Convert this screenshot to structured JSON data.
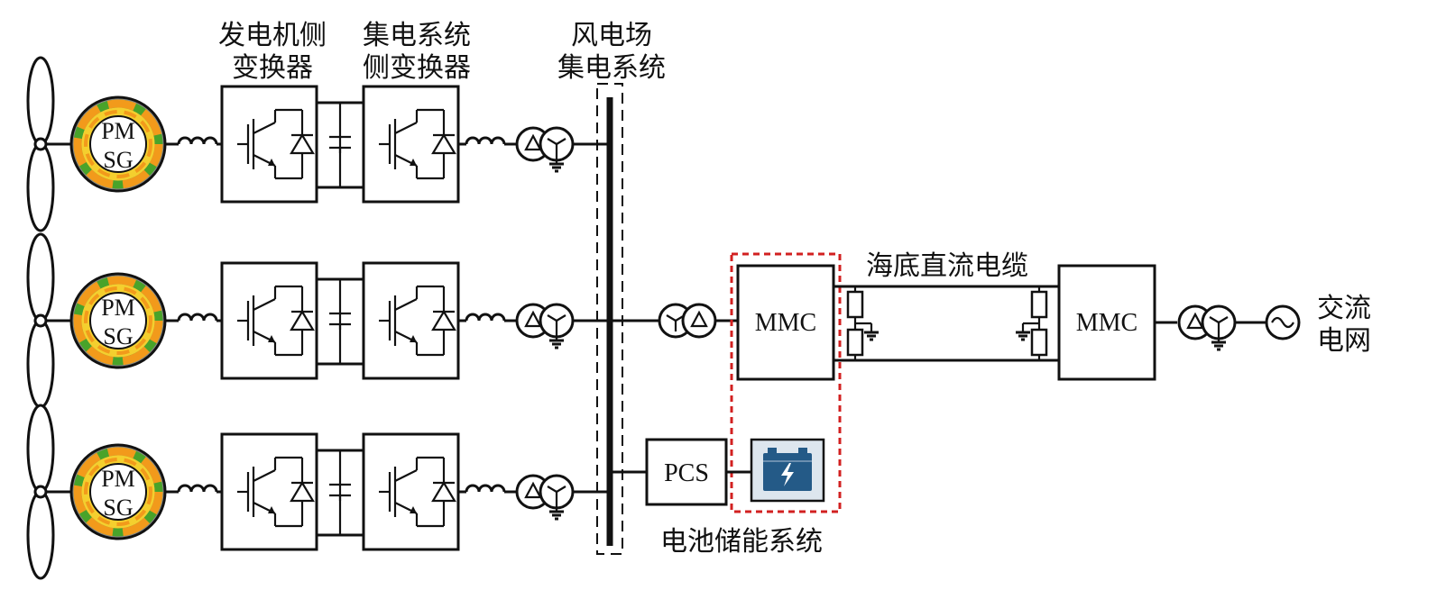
{
  "labels": {
    "gen_conv": [
      "发电机侧",
      "变换器"
    ],
    "col_conv": [
      "集电系统",
      "侧变换器"
    ],
    "wf_col": [
      "风电场",
      "集电系统"
    ],
    "cable": "海底直流电缆",
    "grid": [
      "交流",
      "电网"
    ],
    "bess": "电池储能系统",
    "mmc": "MMC",
    "pcs": "PCS",
    "gen_top": "PM",
    "gen_bot": "SG"
  },
  "colors": {
    "line": "#111111",
    "highlight": "#d22020",
    "ring_green": "#49a32a",
    "ring_orange": "#f29a1b",
    "ring_yellow": "#f4cf2e",
    "battery_body": "#245a87",
    "battery_bg": "#dde6ee"
  }
}
